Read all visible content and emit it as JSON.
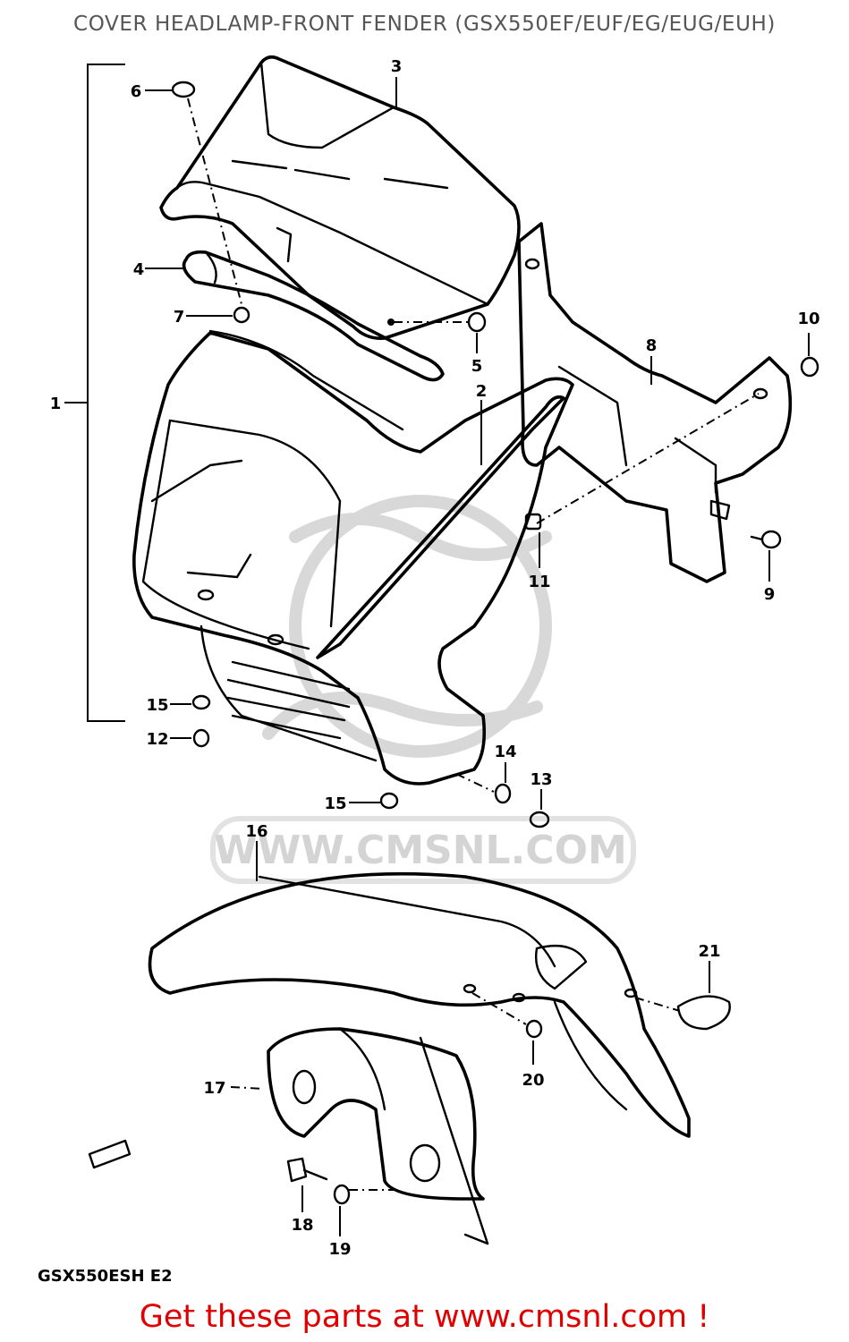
{
  "title": "COVER HEADLAMP-FRONT FENDER (GSX550EF/EUF/EG/EUG/EUH)",
  "watermark": "WWW.CMSNL.COM",
  "model_code": "GSX550ESH E2",
  "footer": "Get these parts at www.cmsnl.com !",
  "part_labels": [
    "1",
    "2",
    "3",
    "4",
    "5",
    "6",
    "7",
    "8",
    "9",
    "10",
    "11",
    "12",
    "13",
    "14",
    "15",
    "15",
    "16",
    "17",
    "18",
    "19",
    "20",
    "21"
  ],
  "colors": {
    "footer": "#e00000",
    "title": "#555555",
    "lines": "#000000",
    "watermark": "#d4d4d4"
  }
}
